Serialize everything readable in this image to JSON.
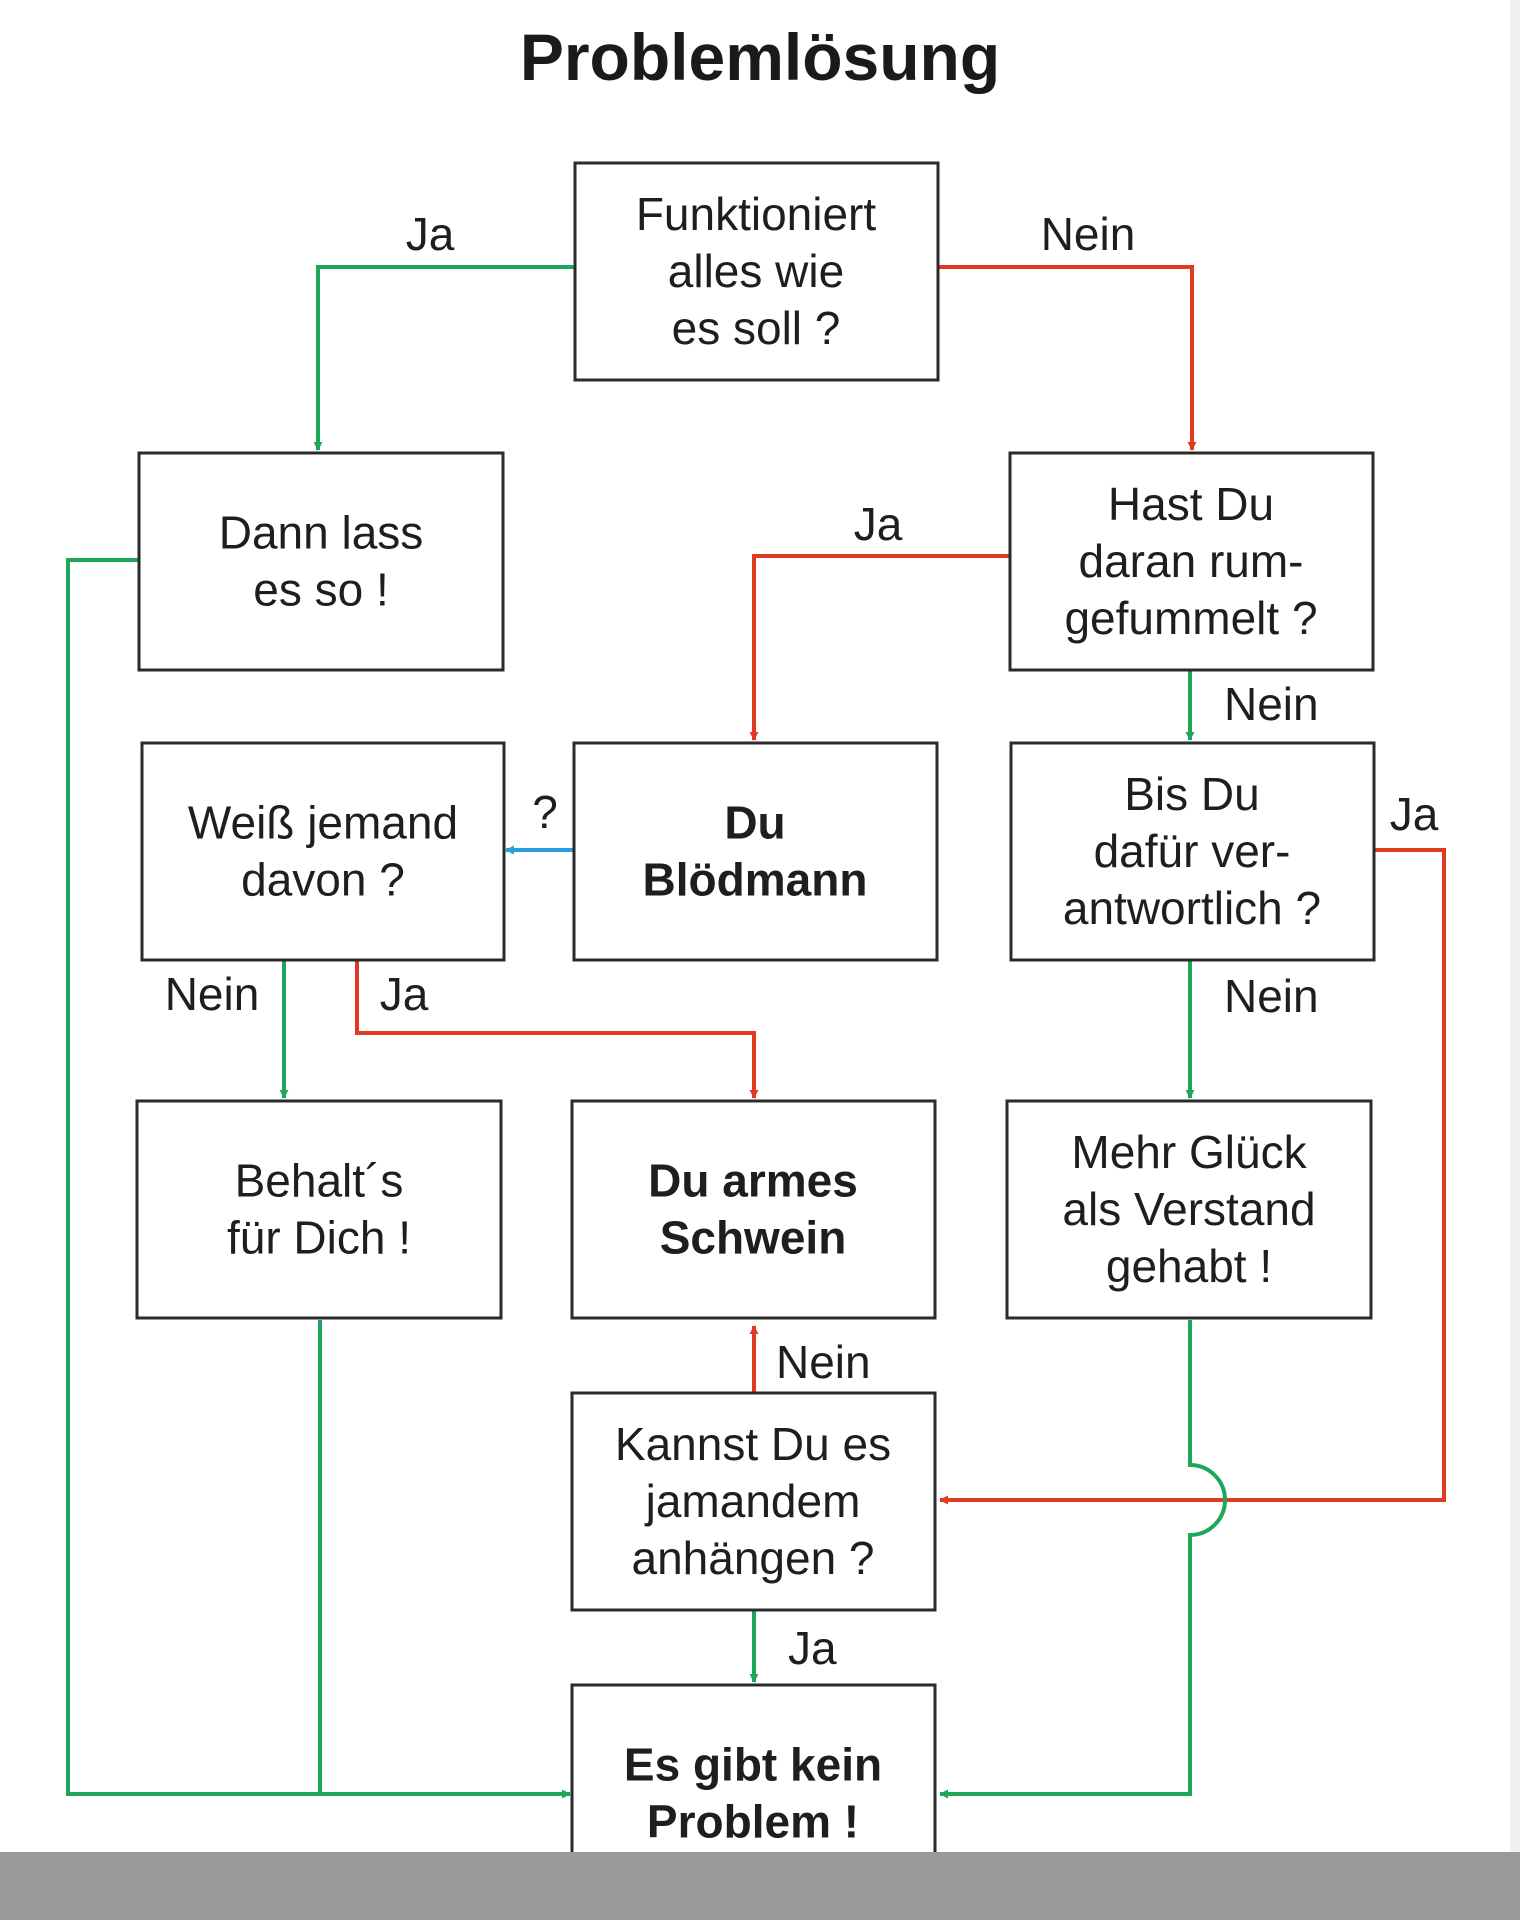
{
  "title": "Problemlösung",
  "colors": {
    "yes_green": "#1fa65a",
    "no_red": "#e03a22",
    "question_blue": "#2a9fe0",
    "box_border": "#2b2b2b",
    "text": "#1e1e1e"
  },
  "nodes": {
    "funktioniert": {
      "lines": [
        "Funktioniert",
        "alles wie",
        "es soll ?"
      ],
      "bold": false
    },
    "dann_lass": {
      "lines": [
        "Dann lass",
        "es so !"
      ],
      "bold": false
    },
    "rumgefummelt": {
      "lines": [
        "Hast Du",
        "daran rum-",
        "gefummelt ?"
      ],
      "bold": false
    },
    "weiss_jemand": {
      "lines": [
        "Weiß jemand",
        "davon ?"
      ],
      "bold": false
    },
    "bloedmann": {
      "lines": [
        "Du",
        "Blödmann"
      ],
      "bold": true
    },
    "verantwortlich": {
      "lines": [
        "Bis Du",
        "dafür ver-",
        "antwortlich ?"
      ],
      "bold": false
    },
    "behalts": {
      "lines": [
        "Behalt´s",
        "für Dich !"
      ],
      "bold": false
    },
    "armes_schwein": {
      "lines": [
        "Du armes",
        "Schwein"
      ],
      "bold": true
    },
    "glueck": {
      "lines": [
        "Mehr Glück",
        "als Verstand",
        "gehabt !"
      ],
      "bold": false
    },
    "anhaengen": {
      "lines": [
        "Kannst Du es",
        "jamandem",
        "anhängen ?"
      ],
      "bold": false
    },
    "kein_problem": {
      "lines": [
        "Es gibt kein",
        "Problem !"
      ],
      "bold": true
    }
  },
  "edge_labels": {
    "funktioniert_ja": "Ja",
    "funktioniert_nein": "Nein",
    "rumgefummelt_ja": "Ja",
    "rumgefummelt_nein": "Nein",
    "bloedmann_question": "?",
    "verantwortlich_ja": "Ja",
    "verantwortlich_nein": "Nein",
    "weiss_nein": "Nein",
    "weiss_ja": "Ja",
    "anhaengen_nein": "Nein",
    "anhaengen_ja": "Ja"
  }
}
